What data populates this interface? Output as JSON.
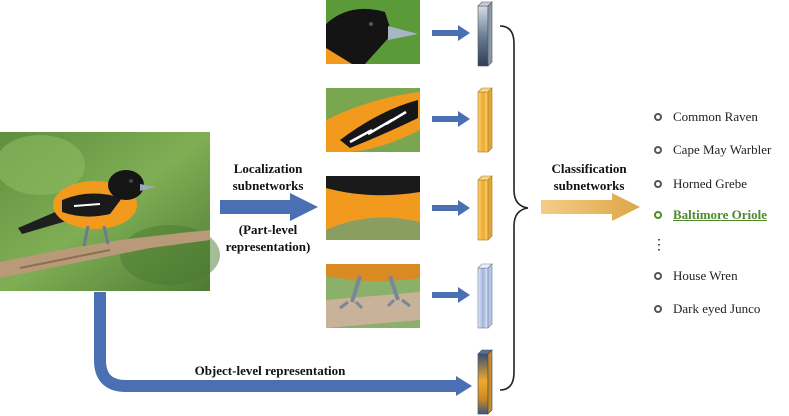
{
  "labels": {
    "localization_line1": "Localization",
    "localization_line2": "subnetworks",
    "part_line1": "(Part-level",
    "part_line2": "representation)",
    "classification_line1": "Classification",
    "classification_line2": "subnetworks",
    "object_level": "Object-level representation"
  },
  "classes": [
    {
      "name": "Common Raven",
      "highlight": false
    },
    {
      "name": "Cape May Warbler",
      "highlight": false
    },
    {
      "name": "Horned Grebe",
      "highlight": false
    },
    {
      "name": "Baltimore Oriole",
      "highlight": true
    },
    {
      "name": "House Wren",
      "highlight": false
    },
    {
      "name": "Dark eyed Junco",
      "highlight": false
    }
  ],
  "ellipsis": "⋮",
  "colors": {
    "arrow_blue": "#4a6fb3",
    "arrow_gold": "#e2b15a",
    "highlight_green": "#4f8a2b",
    "feature_gold": "#f2b33d",
    "feature_blue": "#a9b9dc"
  }
}
